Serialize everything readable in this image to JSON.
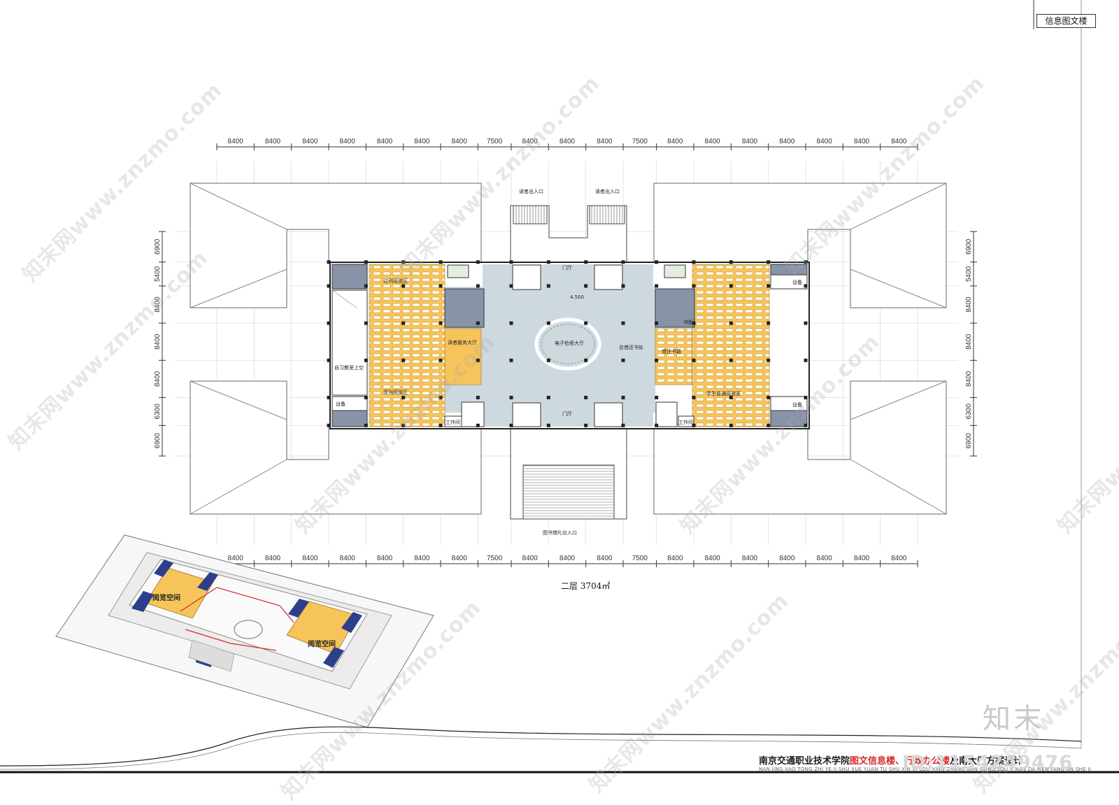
{
  "sheet": {
    "tag": "信息图文楼",
    "caption": "二层 3704㎡",
    "title_black": "南京交通职业技术学院",
    "title_red": "图文信息楼、行政办公楼",
    "title_tail": "及南大门方案设计",
    "title_pinyin": "NAN JING JIAO TONG ZHI YE JI SHU XUE YUAN TU SHU XIN XI LOU XING ZHENG BAN GONG LOU JI NAN DA MEN FANG AN SHE JI",
    "brand": "知末",
    "id_text": "ID:1154249476",
    "watermark": "知末网www.znzmo.com"
  },
  "dimensions": {
    "top": [
      "8400",
      "8400",
      "8400",
      "8400",
      "8400",
      "8400",
      "8400",
      "7500",
      "8400",
      "8400",
      "8400",
      "7500",
      "8400",
      "8400",
      "8400",
      "8400",
      "8400",
      "8400",
      "8400"
    ],
    "bottom": [
      "8400",
      "8400",
      "8400",
      "8400",
      "8400",
      "8400",
      "8400",
      "7500",
      "8400",
      "8400",
      "8400",
      "7500",
      "8400",
      "8400",
      "8400",
      "8400",
      "8400",
      "8400",
      "8400"
    ],
    "left": [
      "6900",
      "5400",
      "8400",
      "8400",
      "8400",
      "6300",
      "6900"
    ],
    "right": [
      "6900",
      "5400",
      "8400",
      "8400",
      "8400",
      "6300",
      "6900"
    ]
  },
  "rooms": {
    "periodical_reading": "过刊阅览区",
    "self_study_void": "自习教室上空",
    "current_periodical_reading": "现刊阅览区",
    "reader_service_hall": "读者服务大厅",
    "e_search_hall": "电子检索大厅",
    "circulation_desk": "总借还书处",
    "borrow_return_books": "借还书籍",
    "student_general_reading": "学生普通阅览室",
    "book_shelf": "书柜",
    "equipment": "设备",
    "work_room": "工作间",
    "vestibule": "门厅",
    "level_mark": "4.500",
    "reader_entrance_1": "读者出入口",
    "reader_entrance_2": "读者出入口",
    "ceremonial_entrance": "图书馆礼仪入口"
  },
  "axon": {
    "label_left": "阅览空间",
    "label_right": "阅览空间"
  },
  "colors": {
    "reading": "#f6c45a",
    "hall": "#cdd9de",
    "core": "#8893a8",
    "red": "#d6282b"
  }
}
